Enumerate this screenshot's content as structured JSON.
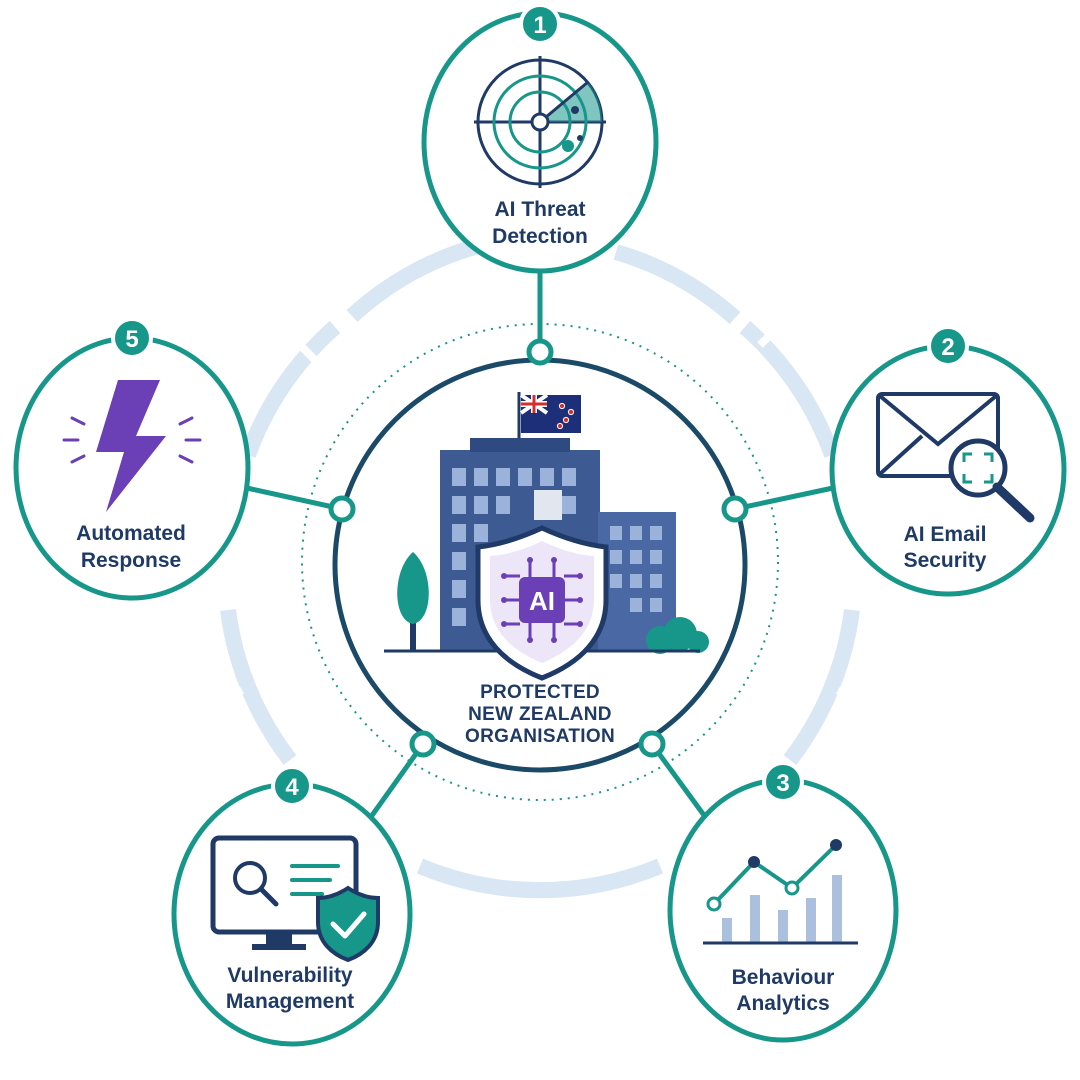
{
  "center": {
    "label_lines": [
      "PROTECTED",
      "NEW ZEALAND",
      "ORGANISATION"
    ],
    "shield_text": "AI"
  },
  "nodes": [
    {
      "number": "1",
      "label_lines": [
        "AI Threat",
        "Detection"
      ],
      "icon": "radar-icon"
    },
    {
      "number": "2",
      "label_lines": [
        "AI Email",
        "Security"
      ],
      "icon": "email-magnifier-icon"
    },
    {
      "number": "3",
      "label_lines": [
        "Behaviour",
        "Analytics"
      ],
      "icon": "line-bar-chart-icon"
    },
    {
      "number": "4",
      "label_lines": [
        "Vulnerability",
        "Management"
      ],
      "icon": "monitor-shield-check-icon"
    },
    {
      "number": "5",
      "label_lines": [
        "Automated",
        "Response"
      ],
      "icon": "lightning-bolt-icon"
    }
  ],
  "colors": {
    "teal": "#17968a",
    "navy": "#1f3a66",
    "purple": "#6b3fb5",
    "light_ring": "#d9e6f4",
    "building": "#3e5a93"
  }
}
